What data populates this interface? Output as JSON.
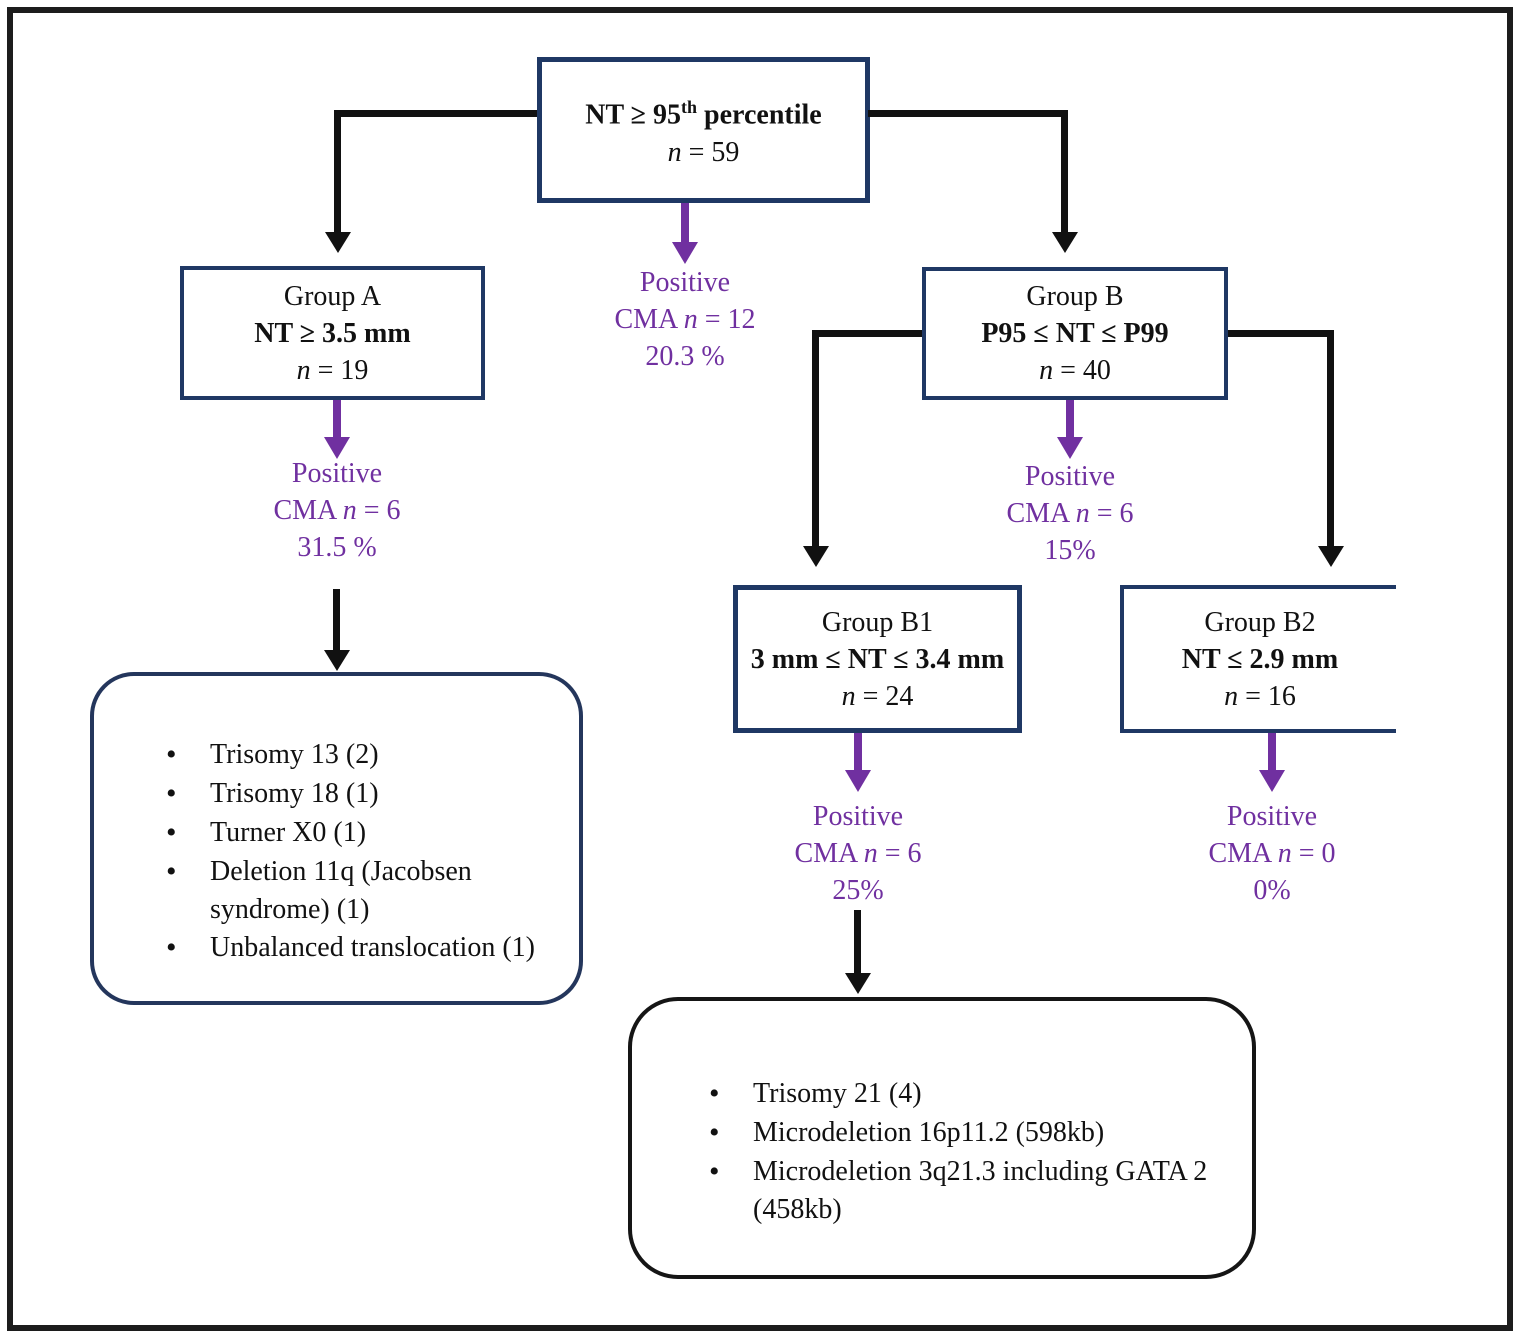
{
  "colors": {
    "navy": "#1f3864",
    "purple": "#7030a0",
    "line_black": "#111111"
  },
  "boxes": {
    "root": {
      "title_pre": "NT ≥ 95",
      "title_sup": "th",
      "title_post": " percentile",
      "n_italic": "n",
      "n_rest": " = 59"
    },
    "group_a": {
      "name": "Group A",
      "criteria": "NT ≥ 3.5 mm",
      "n_italic": "n",
      "n_rest": " = 19"
    },
    "group_b": {
      "name": "Group B",
      "criteria": "P95 ≤ NT ≤ P99",
      "n_italic": "n",
      "n_rest": " = 40"
    },
    "group_b1": {
      "name": "Group B1",
      "criteria": "3 mm ≤ NT ≤ 3.4 mm",
      "n_italic": "n",
      "n_rest": " = 24"
    },
    "group_b2": {
      "name": "Group B2",
      "criteria": "NT ≤ 2.9 mm",
      "n_italic": "n",
      "n_rest": " = 16"
    }
  },
  "cma_labels": {
    "root": {
      "line1": "Positive",
      "pre": "CMA ",
      "n": "n",
      "rest": " = 12",
      "pct": "20.3 %"
    },
    "a": {
      "line1": "Positive",
      "pre": "CMA ",
      "n": "n",
      "rest": " = 6",
      "pct": "31.5 %"
    },
    "b": {
      "line1": "Positive",
      "pre": "CMA ",
      "n": "n",
      "rest": " = 6",
      "pct": "15%"
    },
    "b1": {
      "line1": "Positive",
      "pre": "CMA ",
      "n": "n",
      "rest": " = 6",
      "pct": "25%"
    },
    "b2": {
      "line1": "Positive",
      "pre": "CMA ",
      "n": "n",
      "rest": " = 0",
      "pct": "0%"
    }
  },
  "results": {
    "group_a": {
      "items": [
        "Trisomy 13 (2)",
        "Trisomy 18 (1)",
        "Turner X0 (1)",
        "Deletion 11q (Jacobsen syndrome) (1)",
        "Unbalanced translocation (1)"
      ]
    },
    "group_b1": {
      "items": [
        "Trisomy 21 (4)",
        "Microdeletion 16p11.2 (598kb)",
        "Microdeletion 3q21.3 including GATA 2 (458kb)"
      ]
    }
  }
}
